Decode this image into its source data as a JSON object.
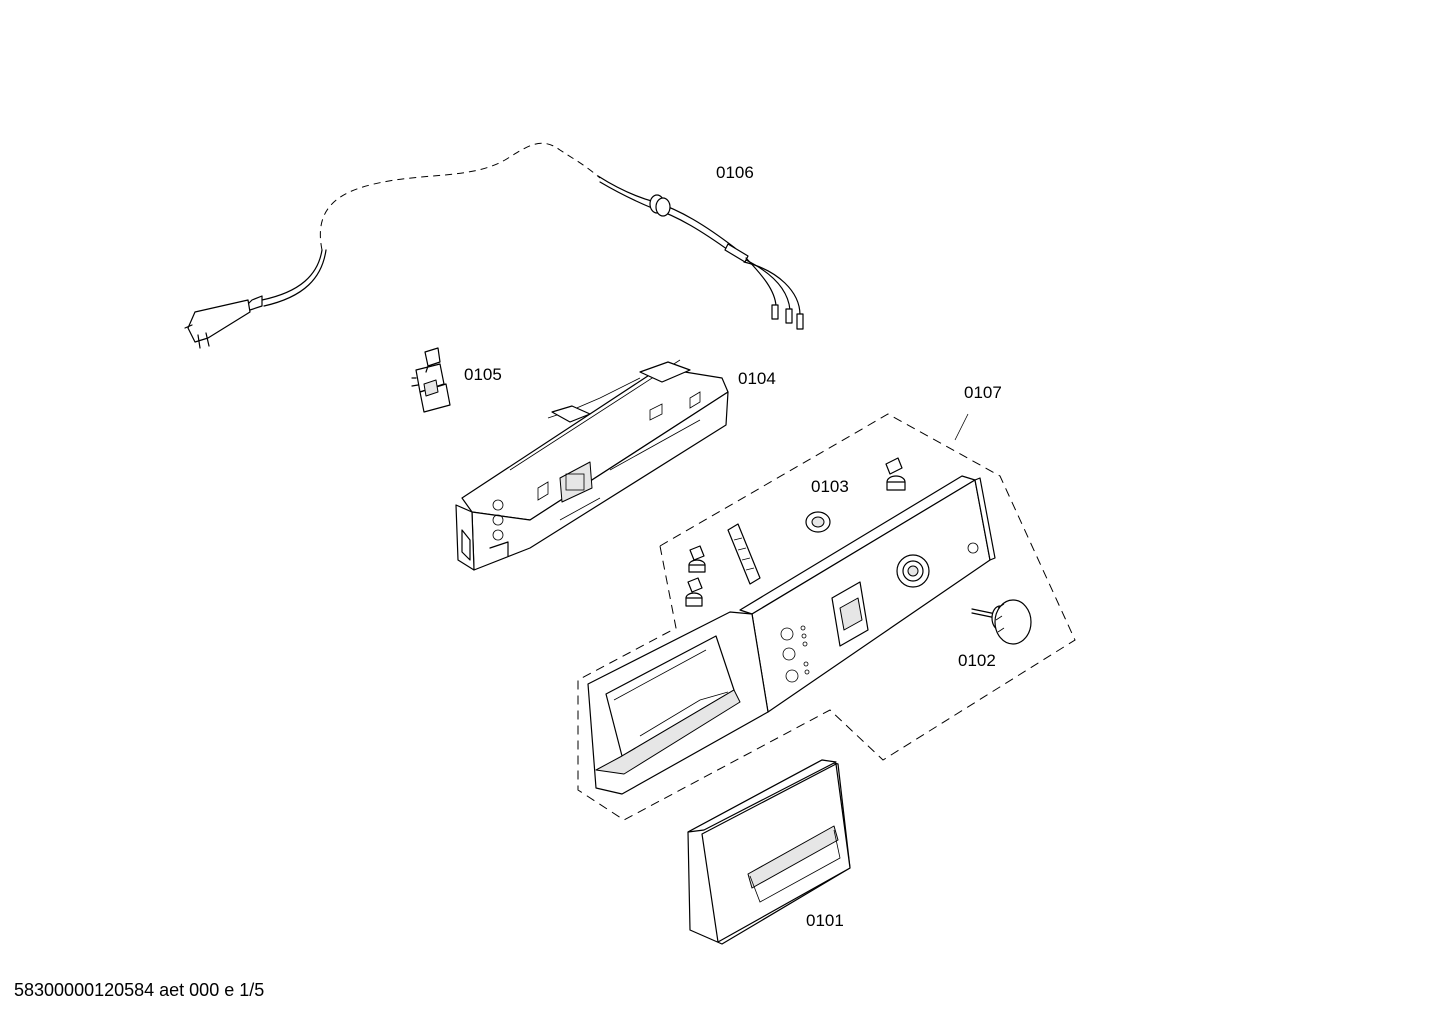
{
  "diagram": {
    "labels": {
      "cord": "0106",
      "sensor": "0105",
      "module": "0104",
      "assembly": "0107",
      "light_guide": "0103",
      "knob": "0102",
      "drawer_handle": "0101"
    },
    "footer": "58300000120584 aet 000 e 1/5"
  }
}
